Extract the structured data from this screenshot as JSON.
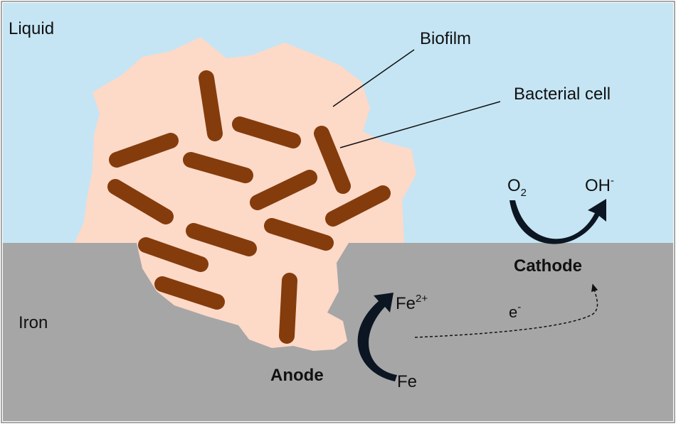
{
  "regions": {
    "liquid": {
      "label": "Liquid",
      "color": "#c5e5f4"
    },
    "iron": {
      "label": "Iron",
      "color": "#a6a6a6"
    }
  },
  "biofilm": {
    "label": "Biofilm",
    "color": "#fdd9c8"
  },
  "bacterial_cell": {
    "label": "Bacterial cell",
    "color": "#843c0c"
  },
  "cathode": {
    "label": "Cathode",
    "reactant": {
      "base": "O",
      "sub": "2"
    },
    "product": {
      "base": "OH",
      "sup": "-"
    }
  },
  "anode": {
    "label": "Anode",
    "reactant": "Fe",
    "product": {
      "base": "Fe",
      "sup": "2+"
    }
  },
  "electron": {
    "base": "e",
    "sup": "-"
  }
}
